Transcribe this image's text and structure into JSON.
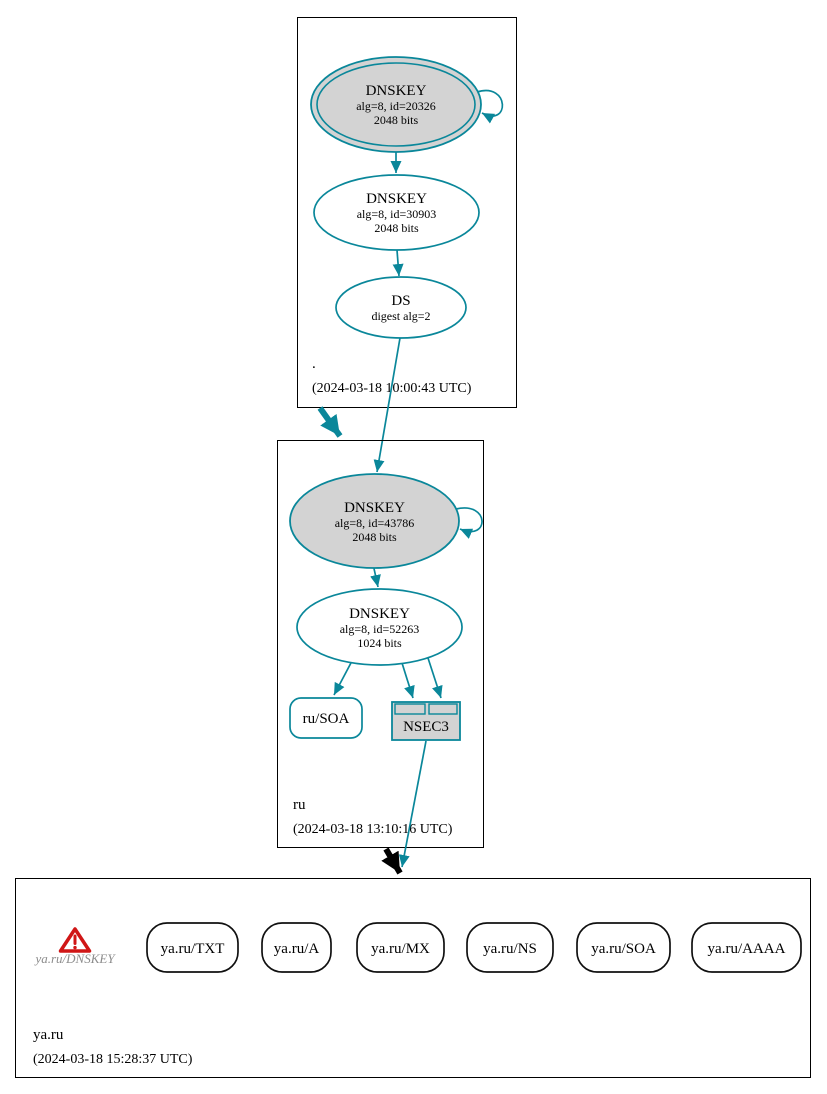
{
  "colors": {
    "secure_edge": "#0a879a",
    "insecure_edge": "#000000",
    "ksk_fill": "#d3d3d3",
    "node_fill": "#ffffff",
    "warning": "#d01616",
    "zone_border": "#000000"
  },
  "zones": {
    "root": {
      "name": ".",
      "timestamp": "(2024-03-18 10:00:43 UTC)",
      "ksk": {
        "title": "DNSKEY",
        "detail1": "alg=8, id=20326",
        "detail2": "2048 bits"
      },
      "zsk": {
        "title": "DNSKEY",
        "detail1": "alg=8, id=30903",
        "detail2": "2048 bits"
      },
      "ds": {
        "title": "DS",
        "detail1": "digest alg=2"
      }
    },
    "ru": {
      "name": "ru",
      "timestamp": "(2024-03-18 13:10:16 UTC)",
      "ksk": {
        "title": "DNSKEY",
        "detail1": "alg=8, id=43786",
        "detail2": "2048 bits"
      },
      "zsk": {
        "title": "DNSKEY",
        "detail1": "alg=8, id=52263",
        "detail2": "1024 bits"
      },
      "soa_label": "ru/SOA",
      "nsec3_label": "NSEC3"
    },
    "ya_ru": {
      "name": "ya.ru",
      "timestamp": "(2024-03-18 15:28:37 UTC)",
      "dnskey_label": "ya.ru/DNSKEY",
      "rrsets": [
        "ya.ru/TXT",
        "ya.ru/A",
        "ya.ru/MX",
        "ya.ru/NS",
        "ya.ru/SOA",
        "ya.ru/AAAA"
      ]
    }
  }
}
